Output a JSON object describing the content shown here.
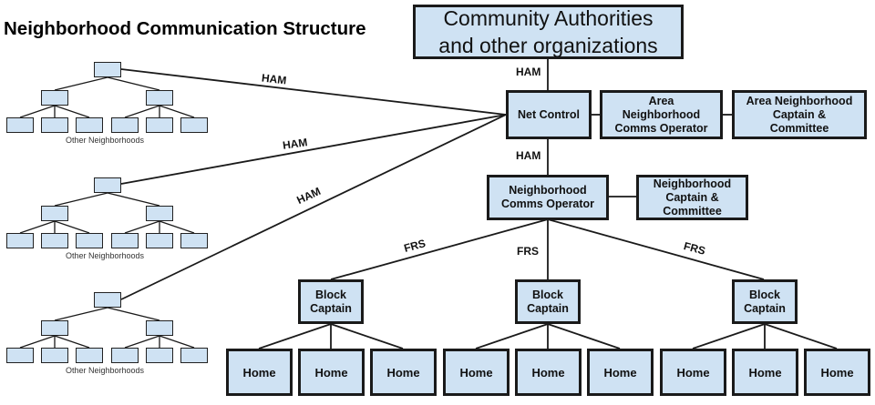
{
  "title": "Neighborhood Communication Structure",
  "colors": {
    "node_fill": "#cfe2f3",
    "node_border": "#1a1a1a",
    "line": "#1a1a1a"
  },
  "nodes": {
    "community": "Community Authorities\nand other organizations",
    "net_control": "Net Control",
    "area_comms_operator": "Area\nNeighborhood\nComms Operator",
    "area_captain_committee": "Area Neighborhood\nCaptain &\nCommittee",
    "neighborhood_comms_operator": "Neighborhood\nComms Operator",
    "neighborhood_captain_committee": "Neighborhood\nCaptain &\nCommittee",
    "block_captains": [
      "Block\nCaptain",
      "Block\nCaptain",
      "Block\nCaptain"
    ],
    "homes": [
      "Home",
      "Home",
      "Home",
      "Home",
      "Home",
      "Home",
      "Home",
      "Home",
      "Home"
    ]
  },
  "edge_labels": {
    "community_to_net": "HAM",
    "net_to_neighborhood": "HAM",
    "other_neighborhoods": [
      "HAM",
      "HAM",
      "HAM"
    ],
    "frs": [
      "FRS",
      "FRS",
      "FRS"
    ]
  },
  "other_neighborhoods": [
    {
      "label": "Other Neighborhoods"
    },
    {
      "label": "Other Neighborhoods"
    },
    {
      "label": "Other Neighborhoods"
    }
  ]
}
